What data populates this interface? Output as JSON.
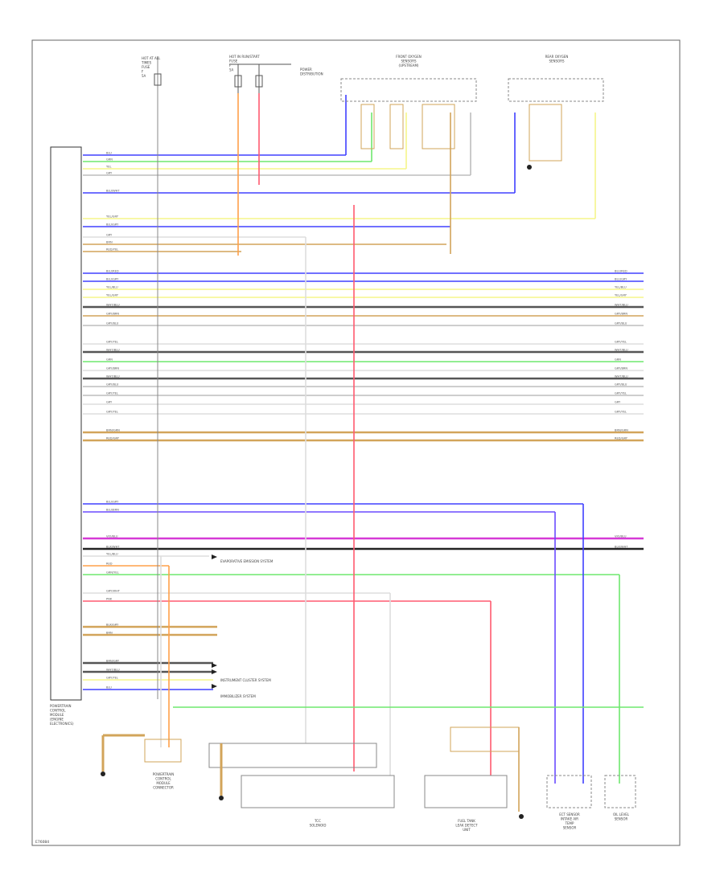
{
  "diagram_id": "E76084",
  "colors": {
    "frame": "#666666",
    "blue": "#4040ff",
    "green": "#6ee86e",
    "yellow": "#f5f58a",
    "tan": "#d2a45a",
    "orange": "#ffa04a",
    "red": "#ff5a70",
    "violet": "#6a4cff",
    "magenta": "#d63ad6",
    "dark": "#555555",
    "gray": "#bdbdbd",
    "light": "#dddddd",
    "black": "#222222"
  },
  "wires": [
    {
      "id": "w1",
      "label": "BLU",
      "color": "blue"
    },
    {
      "id": "w2",
      "label": "GRN",
      "color": "green"
    },
    {
      "id": "w3",
      "label": "YEL",
      "color": "yellow"
    },
    {
      "id": "w4",
      "label": "GRY",
      "color": "gray"
    },
    {
      "id": "w5",
      "label": "BLU/WHT",
      "color": "blue"
    },
    {
      "id": "w6",
      "label": "YEL/GRY",
      "color": "yellow"
    },
    {
      "id": "w7",
      "label": "BLU/GRY",
      "color": "blue"
    },
    {
      "id": "w8",
      "label": "GRY",
      "color": "light"
    },
    {
      "id": "w9",
      "label": "BRN",
      "color": "tan"
    },
    {
      "id": "w10",
      "label": "RED/YEL",
      "color": "tan"
    },
    {
      "id": "b1",
      "label": "BLU/RED",
      "color": "blue"
    },
    {
      "id": "b2",
      "label": "BLU/GRY",
      "color": "blue"
    },
    {
      "id": "b3",
      "label": "YEL/BLU",
      "color": "yellow"
    },
    {
      "id": "b4",
      "label": "YEL/GRY",
      "color": "yellow"
    },
    {
      "id": "b5",
      "label": "WHT/BLU",
      "color": "dark"
    },
    {
      "id": "b6",
      "label": "GRY/BRN",
      "color": "tan"
    },
    {
      "id": "b7",
      "label": "GRY/BLU",
      "color": "gray"
    },
    {
      "id": "c1",
      "label": "GRY/YEL",
      "color": "light"
    },
    {
      "id": "c2",
      "label": "WHT/BLU",
      "color": "dark"
    },
    {
      "id": "c3",
      "label": "GRN",
      "color": "green"
    },
    {
      "id": "c4",
      "label": "GRY/BRN",
      "color": "light"
    },
    {
      "id": "c5",
      "label": "WHT/BLU",
      "color": "dark"
    },
    {
      "id": "c6",
      "label": "GRY/BLU",
      "color": "gray"
    },
    {
      "id": "c7",
      "label": "GRY/YEL",
      "color": "gray"
    },
    {
      "id": "c8",
      "label": "GRY",
      "color": "light"
    },
    {
      "id": "c9",
      "label": "GRY/YEL",
      "color": "light"
    },
    {
      "id": "d1",
      "label": "BRN/GRN",
      "color": "tan"
    },
    {
      "id": "d2",
      "label": "RED/GRY",
      "color": "tan"
    },
    {
      "id": "e1",
      "label": "BLU/GRY",
      "color": "blue"
    },
    {
      "id": "e2",
      "label": "BLU/BRN",
      "color": "violet"
    },
    {
      "id": "e3",
      "label": "VIO/BLU",
      "color": "magenta"
    },
    {
      "id": "e4",
      "label": "BLK/WHT",
      "color": "black"
    },
    {
      "id": "e5",
      "label": "YEL/BLU",
      "color": "light"
    },
    {
      "id": "e6",
      "label": "RED",
      "color": "orange"
    },
    {
      "id": "e7",
      "label": "GRN/YEL",
      "color": "green"
    },
    {
      "id": "f1",
      "label": "GRY/WHT",
      "color": "light"
    },
    {
      "id": "f2",
      "label": "PNK",
      "color": "red"
    },
    {
      "id": "f3",
      "label": "BLK/GRY",
      "color": "tan"
    },
    {
      "id": "f4",
      "label": "BRN",
      "color": "tan"
    },
    {
      "id": "f5",
      "label": "BRN/GRY",
      "color": "dark"
    },
    {
      "id": "f6",
      "label": "WHT/BLU",
      "color": "dark"
    },
    {
      "id": "f7",
      "label": "GRY/YEL",
      "color": "yellow"
    },
    {
      "id": "f8",
      "label": "BLU",
      "color": "blue"
    }
  ],
  "components": {
    "module": [
      "POWERTRAIN",
      "CONTROL",
      "MODULE",
      "(ENGINE",
      "ELECTRONICS)"
    ],
    "hot_fuse": [
      "HOT AT ALL",
      "TIMES",
      "FUSE",
      "F",
      "5A"
    ],
    "hot_run": [
      "HOT IN RUN/START",
      "FUSE",
      "F",
      "5A"
    ],
    "hot_run_right": [
      "POWER",
      "DISTRIBUTION"
    ],
    "front_o2": [
      "FRONT OXYGEN",
      "SENSORS",
      "(UPSTREAM)"
    ],
    "rear_o2": [
      "REAR OXYGEN",
      "SENSORS"
    ],
    "connector": [
      "POWERTRAIN",
      "CONTROL",
      "MODULE",
      "CONNECTOR"
    ],
    "fuel_tank": [
      "FUEL TANK",
      "LEAK DETECT",
      "UNIT"
    ],
    "tcc": [
      "TCC",
      "SOLENOID"
    ],
    "ect": [
      "ECT SENSOR",
      "INTAKE AIR",
      "TEMP",
      "SENSOR"
    ],
    "oil_level": [
      "OIL LEVEL",
      "SENSOR"
    ]
  },
  "annotations": {
    "ref1": "EVAPORATIVE EMISSION SYSTEM",
    "ref2": "INSTRUMENT CLUSTER SYSTEM",
    "ref3": "IMMOBILIZER SYSTEM"
  }
}
